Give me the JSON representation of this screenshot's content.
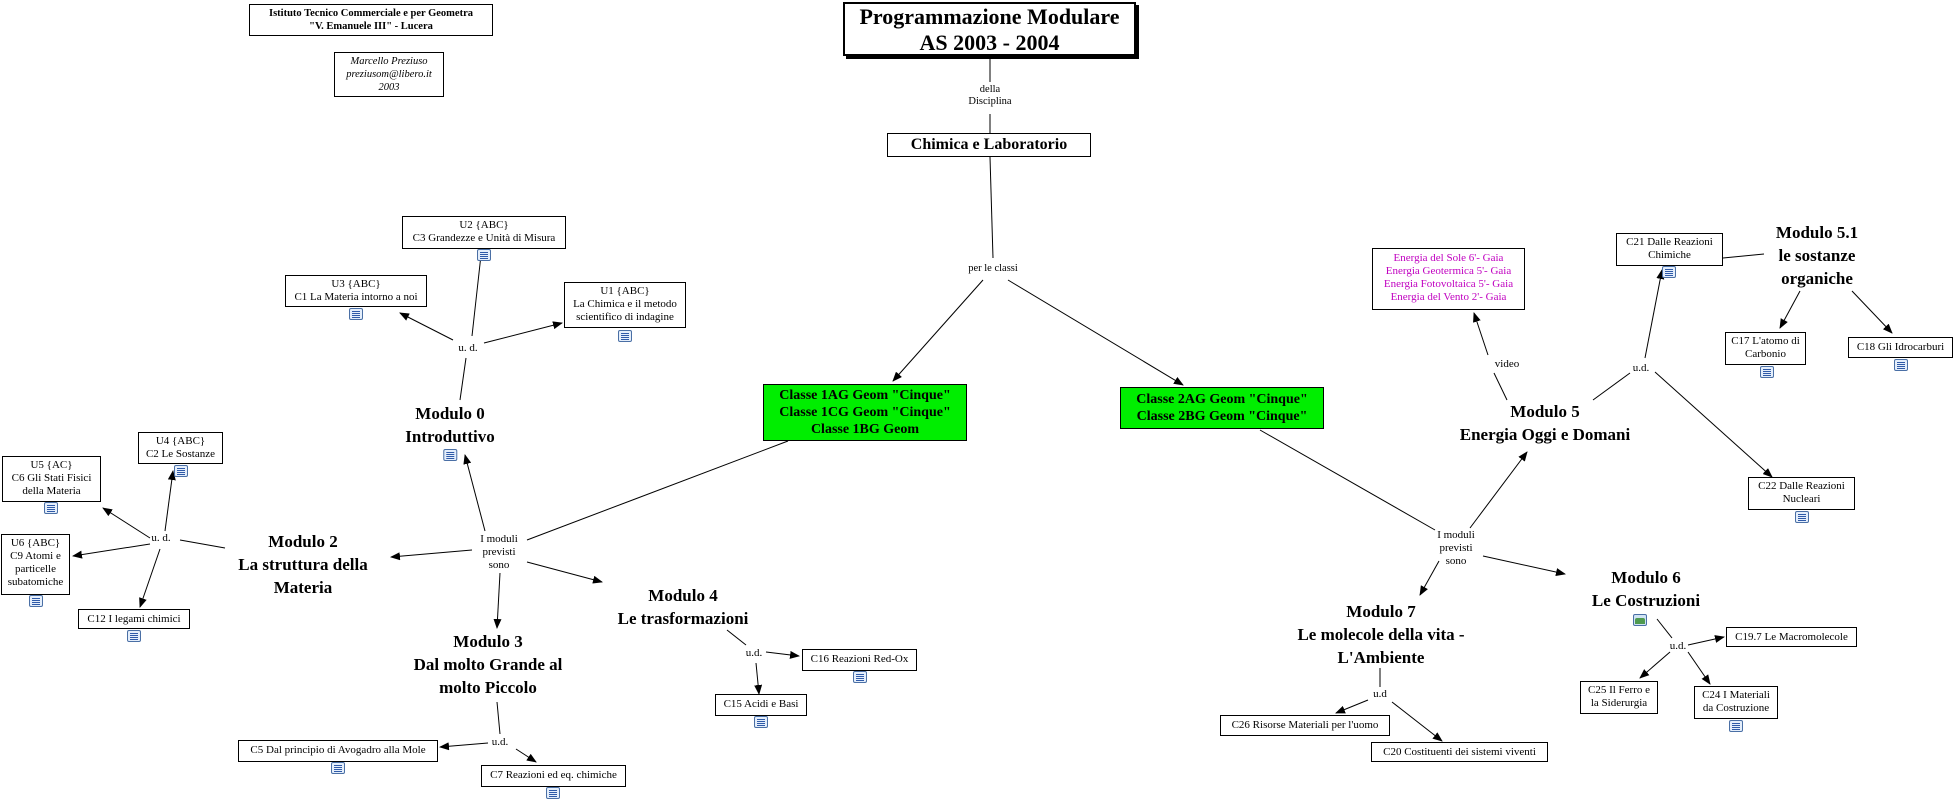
{
  "header": {
    "institute": [
      "Istituto Tecnico Commerciale e per Geometra",
      "\"V. Emanuele III\" - Lucera"
    ],
    "author": [
      "Marcello Preziuso",
      "preziusom@libero.it",
      "2003"
    ],
    "title": [
      "Programmazione Modulare",
      "AS 2003 - 2004"
    ],
    "subject": "Chimica e Laboratorio"
  },
  "links": {
    "della_disciplina": [
      "della",
      "Disciplina"
    ],
    "per_le_classi": "per le classi",
    "moduli_previsti": [
      "I moduli",
      "previsti",
      "sono"
    ],
    "ud": "u. d.",
    "ud_alt": "u.d.",
    "ud_short": "u.d",
    "video": "video"
  },
  "classes": {
    "left": [
      "Classe 1AG Geom \"Cinque\"",
      "Classe 1CG Geom \"Cinque\"",
      "Classe 1BG Geom"
    ],
    "right": [
      "Classe 2AG Geom \"Cinque\"",
      "Classe 2BG Geom \"Cinque\""
    ]
  },
  "modules": {
    "m0": [
      "Modulo 0",
      "Introduttivo"
    ],
    "m2": [
      "Modulo 2",
      "La struttura della",
      "Materia"
    ],
    "m3": [
      "Modulo 3",
      "Dal molto Grande al",
      "molto Piccolo"
    ],
    "m4": [
      "Modulo 4",
      "Le trasformazioni"
    ],
    "m5": [
      "Modulo 5",
      "Energia Oggi e Domani"
    ],
    "m51": [
      "Modulo 5.1",
      "le sostanze",
      "organiche"
    ],
    "m6": [
      "Modulo 6",
      "Le Costruzioni"
    ],
    "m7": [
      "Modulo 7",
      "Le molecole della vita -",
      "L'Ambiente"
    ]
  },
  "units": {
    "u2": [
      "U2 {ABC}",
      "C3 Grandezze e Unità di Misura"
    ],
    "u3": [
      "U3 {ABC}",
      "C1 La Materia intorno a noi"
    ],
    "u1": [
      "U1 {ABC}",
      "La Chimica e il metodo",
      "scientifico di indagine"
    ],
    "u4": [
      "U4 {ABC}",
      "C2 Le Sostanze"
    ],
    "u5": [
      "U5 {AC}",
      "C6 Gli Stati Fisici",
      "della Materia"
    ],
    "u6": [
      "U6 {ABC}",
      "C9 Atomi e",
      "particelle",
      "subatomiche"
    ],
    "c12": [
      "C12 I legami chimici"
    ],
    "c5": [
      "C5 Dal principio di Avogadro alla Mole"
    ],
    "c7": [
      "C7 Reazioni ed eq. chimiche"
    ],
    "c16": [
      "C16 Reazioni Red-Ox"
    ],
    "c15": [
      "C15 Acidi e Basi"
    ],
    "c21": [
      "C21 Dalle Reazioni",
      "Chimiche"
    ],
    "c17": [
      "C17 L'atomo di",
      "Carbonio"
    ],
    "c18": [
      "C18 Gli Idrocarburi"
    ],
    "c22": [
      "C22 Dalle Reazioni",
      "Nucleari"
    ],
    "c26": [
      "C26 Risorse Materiali per l'uomo"
    ],
    "c20": [
      "C20 Costituenti dei sistemi viventi"
    ],
    "c197": [
      "C19.7 Le Macromolecole"
    ],
    "c25": [
      "C25 Il Ferro e",
      "la Siderurgia"
    ],
    "c24": [
      "C24 I Materiali",
      "da Costruzione"
    ]
  },
  "videos": [
    "Energia del Sole 6'- Gaia",
    "Energia Geotermica 5'- Gaia",
    "Energia Fotovoltaica 5'- Gaia",
    "Energia del Vento 2'- Gaia"
  ],
  "colors": {
    "class_bg": "#00ee00",
    "video_text": "#c000c0",
    "icon": "#4a6fa5"
  },
  "icons": [
    "concept-map-icon",
    "image-icon"
  ]
}
